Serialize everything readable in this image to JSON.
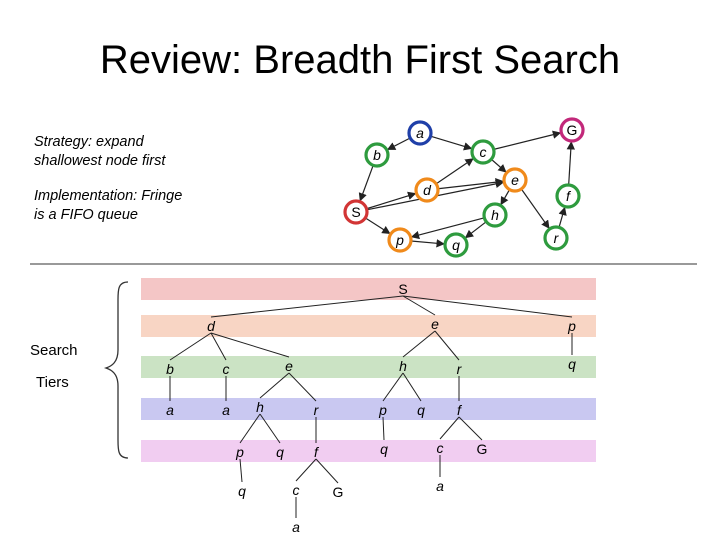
{
  "slide": {
    "title": "Review: Breadth First Search",
    "strategy_line1": "Strategy: expand",
    "strategy_line2": "shallowest node first",
    "impl_line1": "Implementation: Fringe",
    "impl_line2": "is a FIFO queue",
    "search_label": "Search",
    "tiers_label": "Tiers"
  },
  "colors": {
    "band_0": "#f4c6c6",
    "band_1": "#f8d5c4",
    "band_2": "#cbe3c4",
    "band_3": "#c9c8f1",
    "band_4": "#f1cdf1",
    "node_green": "#2e9b3e",
    "node_blue": "#1f3fa8",
    "node_orange": "#f08a1b",
    "node_red": "#d23535",
    "node_magenta": "#c2287a",
    "edge": "#222222"
  },
  "graph": {
    "nodes": [
      {
        "id": "a",
        "label": "a",
        "color": "blue"
      },
      {
        "id": "b",
        "label": "b",
        "color": "green"
      },
      {
        "id": "c",
        "label": "c",
        "color": "green"
      },
      {
        "id": "G",
        "label": "G",
        "color": "magenta"
      },
      {
        "id": "d",
        "label": "d",
        "color": "orange"
      },
      {
        "id": "e",
        "label": "e",
        "color": "orange"
      },
      {
        "id": "f",
        "label": "f",
        "color": "green"
      },
      {
        "id": "S",
        "label": "S",
        "color": "red"
      },
      {
        "id": "h",
        "label": "h",
        "color": "green"
      },
      {
        "id": "p",
        "label": "p",
        "color": "orange"
      },
      {
        "id": "q",
        "label": "q",
        "color": "green"
      },
      {
        "id": "r",
        "label": "r",
        "color": "green"
      }
    ]
  },
  "tree": {
    "nodes": [
      {
        "id": "S",
        "label": "S"
      },
      {
        "id": "d",
        "label": "d"
      },
      {
        "id": "e",
        "label": "e"
      },
      {
        "id": "p1",
        "label": "p"
      },
      {
        "id": "b",
        "label": "b"
      },
      {
        "id": "c1",
        "label": "c"
      },
      {
        "id": "e2",
        "label": "e"
      },
      {
        "id": "h1",
        "label": "h"
      },
      {
        "id": "r1",
        "label": "r"
      },
      {
        "id": "q1",
        "label": "q"
      },
      {
        "id": "a1",
        "label": "a"
      },
      {
        "id": "a2",
        "label": "a"
      },
      {
        "id": "h2",
        "label": "h"
      },
      {
        "id": "r2",
        "label": "r"
      },
      {
        "id": "p2",
        "label": "p"
      },
      {
        "id": "q2",
        "label": "q"
      },
      {
        "id": "f1",
        "label": "f"
      },
      {
        "id": "p3",
        "label": "p"
      },
      {
        "id": "q3",
        "label": "q"
      },
      {
        "id": "f2",
        "label": "f"
      },
      {
        "id": "q4",
        "label": "q"
      },
      {
        "id": "c2",
        "label": "c"
      },
      {
        "id": "G1",
        "label": "G"
      },
      {
        "id": "q5",
        "label": "q"
      },
      {
        "id": "c3",
        "label": "c"
      },
      {
        "id": "G2",
        "label": "G"
      },
      {
        "id": "a3",
        "label": "a"
      },
      {
        "id": "a4",
        "label": "a"
      }
    ]
  }
}
